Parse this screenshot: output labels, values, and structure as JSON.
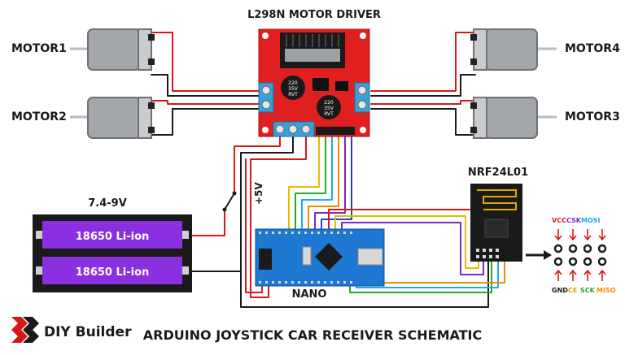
{
  "driver": {
    "title": "L298N MOTOR DRIVER",
    "cap1": [
      "220",
      "35V",
      "RVT"
    ],
    "cap2": [
      "220",
      "35V",
      "RVT"
    ]
  },
  "motors": {
    "m1": "MOTOR1",
    "m2": "MOTOR2",
    "m3": "MOTOR3",
    "m4": "MOTOR4"
  },
  "battery": {
    "label": "7.4-9V",
    "cell1": "18650 Li-ion",
    "cell2": "18650 Li-ion"
  },
  "power_label": "+5V",
  "nano": {
    "label": "NANO"
  },
  "radio": {
    "label": "NRF24L01"
  },
  "pinout": {
    "top": [
      {
        "text": "VCC",
        "color": "#e01818"
      },
      {
        "text": "CSK",
        "color": "#7a28c8"
      },
      {
        "text": "MOSI",
        "color": "#18a8e0"
      }
    ],
    "bottom": [
      {
        "text": "GND",
        "color": "#1a1a1a"
      },
      {
        "text": "CE",
        "color": "#e0a800"
      },
      {
        "text": "SCK",
        "color": "#28a828"
      },
      {
        "text": "MISO",
        "color": "#f08c00"
      }
    ]
  },
  "brand": "DIY Builder",
  "caption": "ARDUINO JOYSTICK CAR RECEIVER SCHEMATIC"
}
